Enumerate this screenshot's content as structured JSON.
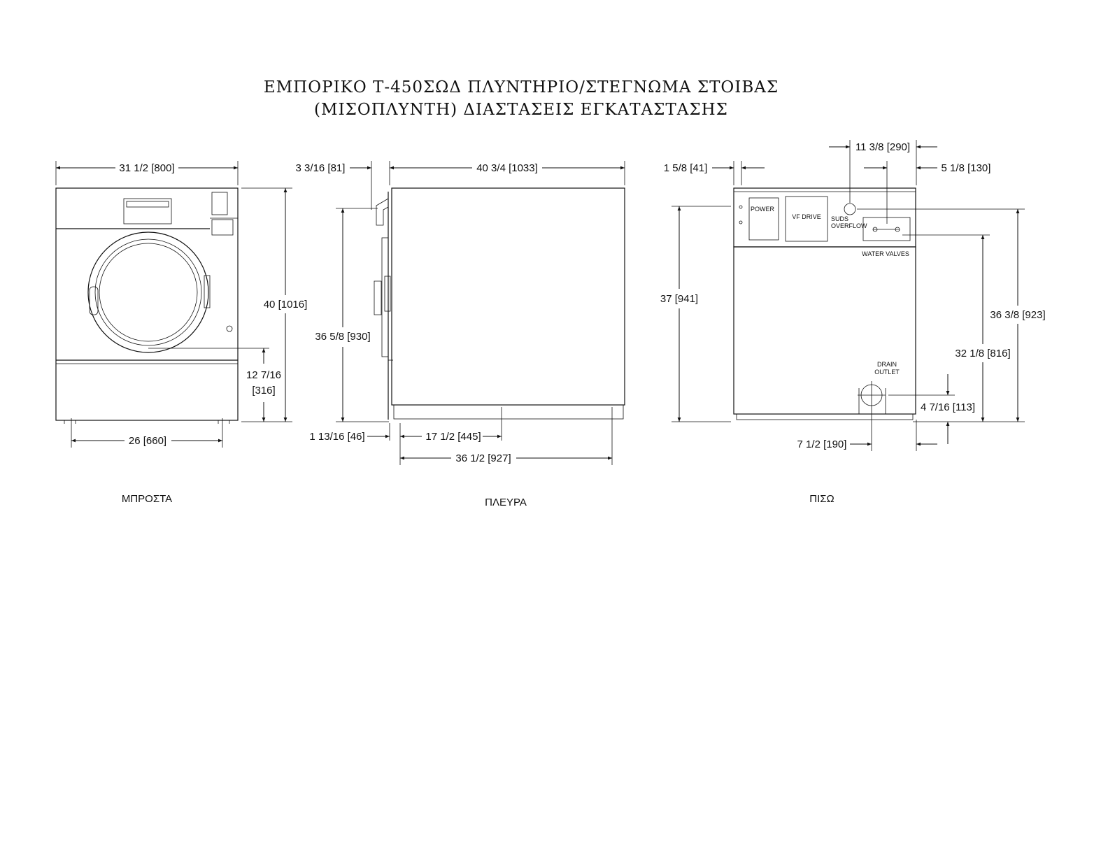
{
  "title": {
    "line1": "ΕΜΠΟΡΙΚΟ Τ-450ΣΩΔ ΠΛΥΝΤΗΡΙΟ/ΣΤΕΓΝΩΜΑ ΣΤΟΙΒΑΣ",
    "line2": "(ΜΙΣΟΠΛΥΝΤΗ) ΔΙΑΣΤΑΣΕΙΣ ΕΓΚΑΤΑΣΤΑΣΗΣ"
  },
  "views": {
    "front": {
      "label": "ΜΠΡΟΣΤΑ",
      "dims": {
        "width": "31 1/2 [800]",
        "height": "40 [1016]",
        "door_height_1": "12 7/16",
        "door_height_2": "[316]",
        "foot_span": "26 [660]"
      }
    },
    "side": {
      "label": "ΠΛΕΥΡΑ",
      "dims": {
        "top_offset": "3 3/16 [81]",
        "depth": "40 3/4 [1033]",
        "height": "36 5/8 [930]",
        "base_offset": "1 13/16 [46]",
        "foot_depth": "17 1/2 [445]",
        "base_depth": "36 1/2 [927]"
      }
    },
    "rear": {
      "label": "ΠΙΣΩ",
      "dims": {
        "left_offset": "1 5/8 [41]",
        "suds_offset": "11 3/8 [290]",
        "right_offset": "5 1/8 [130]",
        "power_height": "37 [941]",
        "suds_height": "36 3/8 [923]",
        "valve_height": "32 1/8 [816]",
        "drain_height": "4 7/16 [113]",
        "drain_offset": "7 1/2 [190]"
      },
      "labels": {
        "power": "POWER",
        "vf_drive": "VF DRIVE",
        "suds": "SUDS",
        "overflow": "OVERFLOW",
        "water_valves": "WATER VALVES",
        "drain": "DRAIN",
        "outlet": "OUTLET"
      }
    }
  }
}
